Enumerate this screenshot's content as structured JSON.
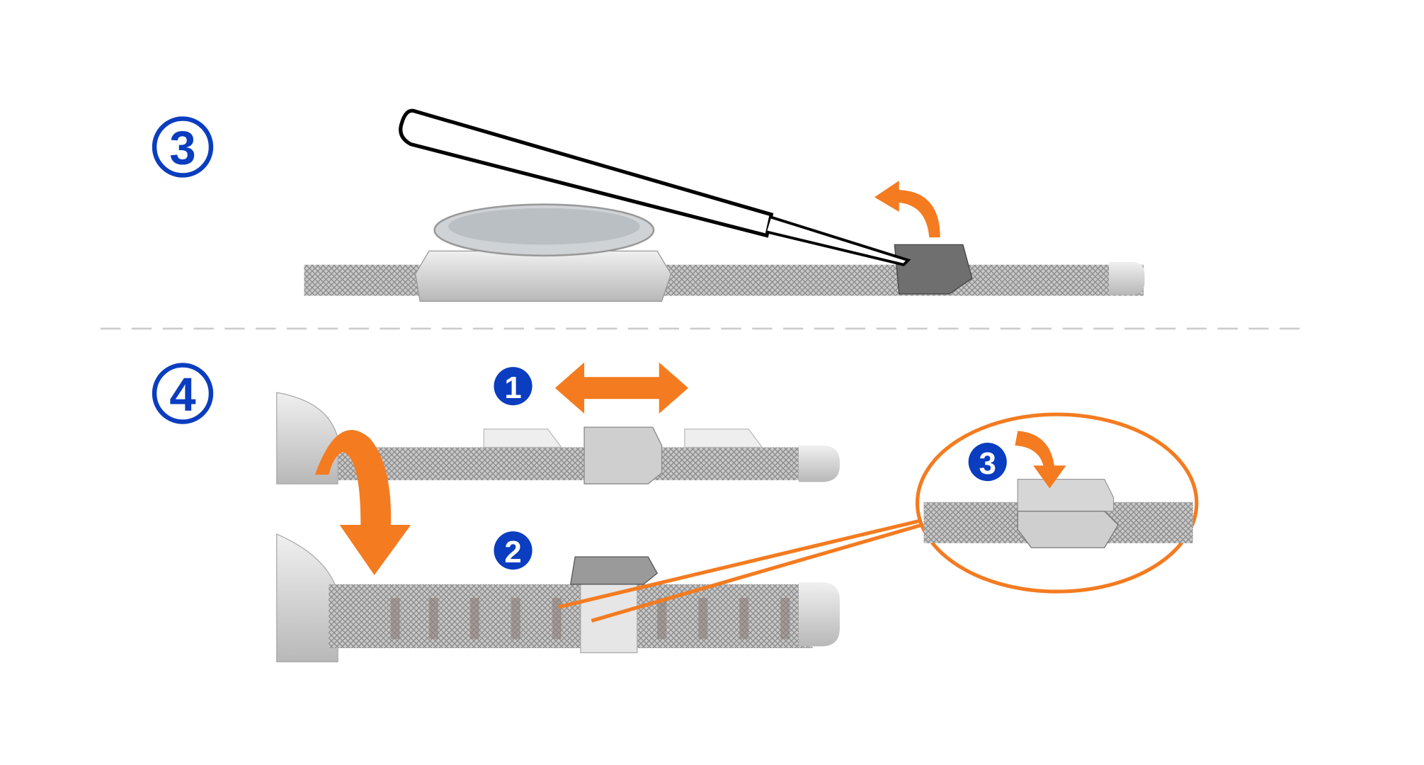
{
  "steps": {
    "step3": {
      "label": "3"
    },
    "step4": {
      "label": "4"
    }
  },
  "callouts": {
    "c1": "1",
    "c2": "2",
    "c3": "3"
  },
  "colors": {
    "step_blue": "#0a3dbf",
    "arrow_orange": "#f47b20",
    "mesh_gray": "#a9a9a9",
    "metal_light": "#d8d8d8"
  }
}
